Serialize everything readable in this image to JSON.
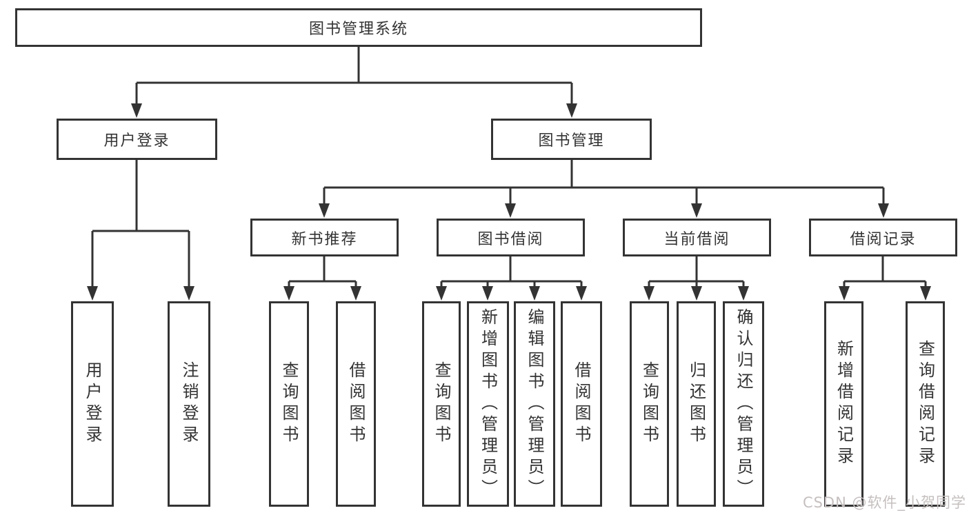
{
  "colors": {
    "line": "#333333",
    "box_bg": "#ffffff",
    "text": "#333333",
    "watermark": "#c6bfbf"
  },
  "watermark": "CSDN @软件_小贺同学",
  "nodes": [
    {
      "id": "root",
      "label": "图书管理系统",
      "level": 1,
      "parent": null
    },
    {
      "id": "user-login",
      "label": "用户登录",
      "level": 2,
      "parent": "root"
    },
    {
      "id": "book-management",
      "label": "图书管理",
      "level": 2,
      "parent": "root"
    },
    {
      "id": "new-book-recommend",
      "label": "新书推荐",
      "level": 3,
      "parent": "book-management"
    },
    {
      "id": "book-borrow",
      "label": "图书借阅",
      "level": 3,
      "parent": "book-management"
    },
    {
      "id": "current-borrow",
      "label": "当前借阅",
      "level": 3,
      "parent": "book-management"
    },
    {
      "id": "borrow-records",
      "label": "借阅记录",
      "level": 3,
      "parent": "book-management"
    },
    {
      "id": "leaf-user-login",
      "label": "用户登录",
      "level": 4,
      "parent": "user-login"
    },
    {
      "id": "leaf-logout",
      "label": "注销登录",
      "level": 4,
      "parent": "user-login"
    },
    {
      "id": "leaf-query-book-1",
      "label": "查询图书",
      "level": 4,
      "parent": "new-book-recommend"
    },
    {
      "id": "leaf-borrow-book-1",
      "label": "借阅图书",
      "level": 4,
      "parent": "new-book-recommend"
    },
    {
      "id": "leaf-query-book-2",
      "label": "查询图书",
      "level": 4,
      "parent": "book-borrow"
    },
    {
      "id": "leaf-add-book",
      "label": "新增图书（管理员）",
      "level": 4,
      "parent": "book-borrow"
    },
    {
      "id": "leaf-edit-book",
      "label": "编辑图书（管理员）",
      "level": 4,
      "parent": "book-borrow"
    },
    {
      "id": "leaf-borrow-book-2",
      "label": "借阅图书",
      "level": 4,
      "parent": "book-borrow"
    },
    {
      "id": "leaf-query-book-3",
      "label": "查询图书",
      "level": 4,
      "parent": "current-borrow"
    },
    {
      "id": "leaf-return-book",
      "label": "归还图书",
      "level": 4,
      "parent": "current-borrow"
    },
    {
      "id": "leaf-confirm-return",
      "label": "确认归还（管理员）",
      "level": 4,
      "parent": "current-borrow"
    },
    {
      "id": "leaf-add-borrow-record",
      "label": "新增借阅记录",
      "level": 4,
      "parent": "borrow-records"
    },
    {
      "id": "leaf-query-borrow-record",
      "label": "查询借阅记录",
      "level": 4,
      "parent": "borrow-records"
    }
  ]
}
